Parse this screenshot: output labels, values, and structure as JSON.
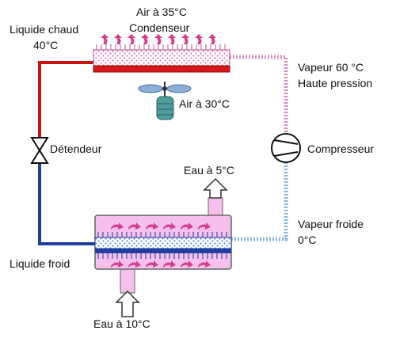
{
  "labels": {
    "hot_liquid": "Liquide chaud",
    "hot_liquid_temp": "40°C",
    "air_out": "Air à 35°C",
    "condenser": "Condenseur",
    "fan_air": "Air à 30°C",
    "vapor_hot": "Vapeur 60 °C",
    "high_pressure": "Haute pression",
    "expansion_valve": "Détendeur",
    "compressor": "Compresseur",
    "water_out": "Eau à 5°C",
    "cold_vapor": "Vapeur froide",
    "cold_vapor_temp": "0°C",
    "cold_liquid": "Liquide froid",
    "water_in": "Eau à 10°C"
  },
  "colors": {
    "hot_pipe": "#cc1111",
    "cold_pipe": "#1f3fa0",
    "vapor_hot_pipe": "#e08fc0",
    "vapor_cold_pipe": "#8fb6e0",
    "evaporator_body": "#f6c0ec",
    "arrow": "#d83c8c",
    "water_arrow_fill": "#ffffff"
  },
  "icons": {
    "expansion_valve": "valve-icon",
    "compressor": "compressor-icon",
    "fan": "fan-icon"
  }
}
